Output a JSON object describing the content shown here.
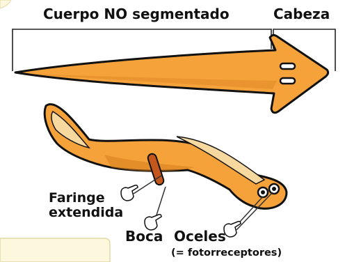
{
  "labels": {
    "body": "Cuerpo NO segmentado",
    "head": "Cabeza",
    "pharynx_line1": "Faringe",
    "pharynx_line2": "extendida",
    "mouth": "Boca",
    "ocelli": "Oceles",
    "ocelli_note": "(= fotorreceptores)"
  },
  "colors": {
    "body_orange": "#f5a23a",
    "body_dark": "#d47a1a",
    "stripe_cream": "#f7d9a0",
    "pharynx": "#c4571c",
    "outline": "#111111",
    "corner_panel": "#fdf7dd",
    "corner_border": "#e2d9a5"
  },
  "icons": [
    "pointing-hand-icon",
    "pointing-hand-icon",
    "pointing-hand-icon",
    "equals-icon"
  ]
}
